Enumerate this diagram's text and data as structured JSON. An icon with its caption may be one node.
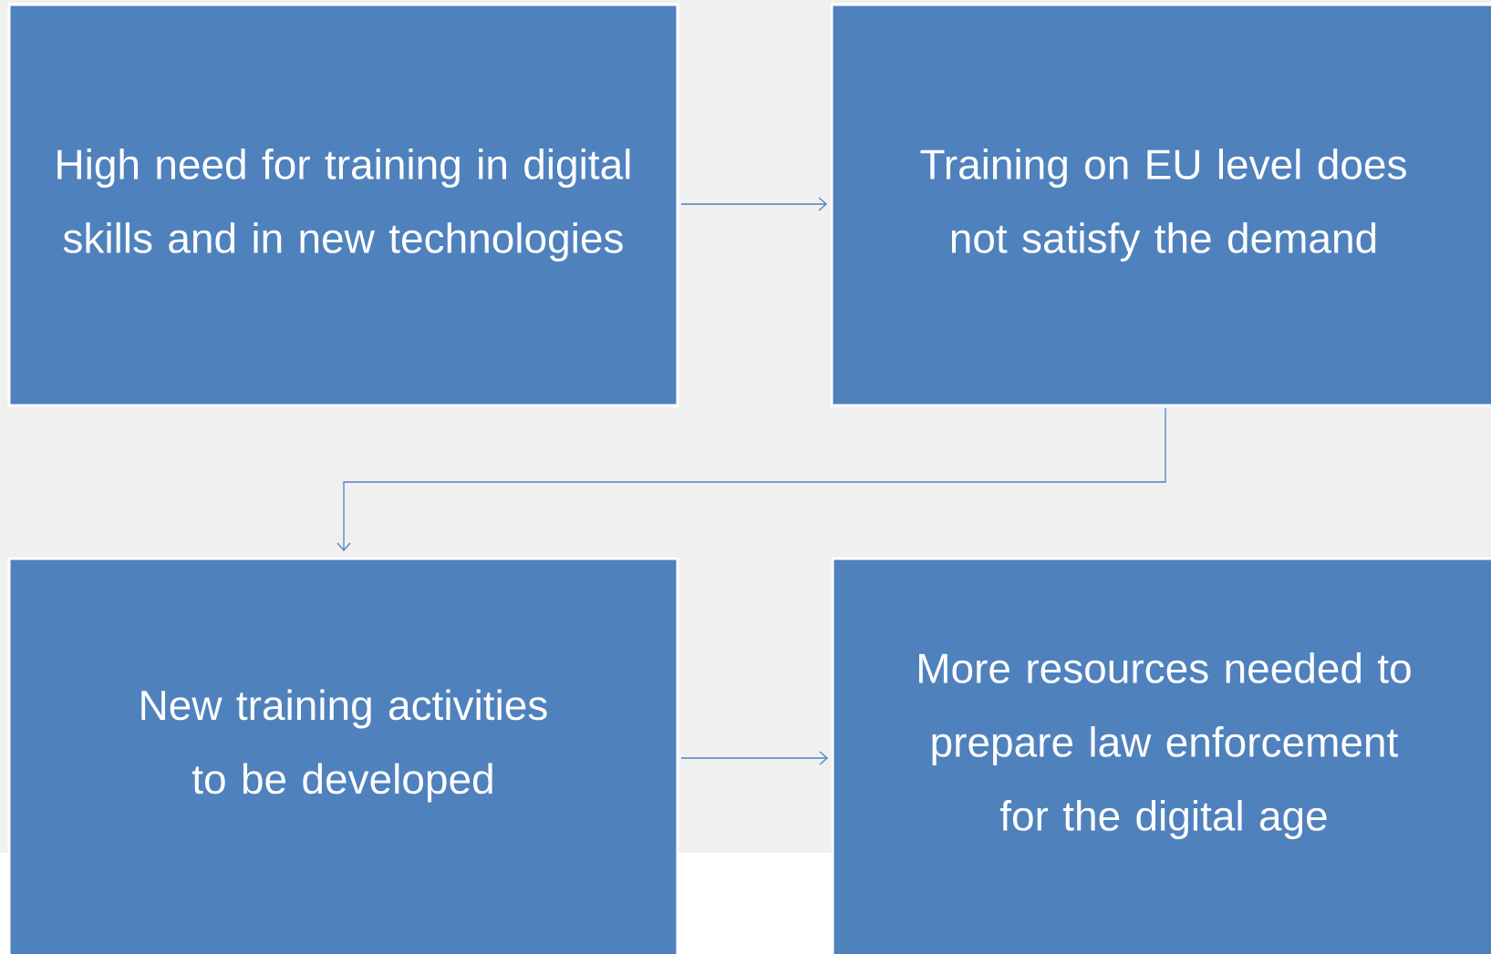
{
  "diagram": {
    "nodes": [
      {
        "text": [
          "High need for training in digital skills and in new technologies"
        ]
      },
      {
        "text": [
          "Training on EU level does not satisfy the demand"
        ]
      },
      {
        "text": [
          "New training activities to be developed"
        ]
      },
      {
        "text": [
          "More resources needed to prepare law enforcement for the digital age"
        ]
      }
    ],
    "edges": [
      {
        "from": 0,
        "to": 1,
        "arrow": "to"
      },
      {
        "from": 1,
        "to": 2,
        "arrow": "to"
      },
      {
        "from": 2,
        "to": 3,
        "arrow": "to"
      }
    ]
  }
}
